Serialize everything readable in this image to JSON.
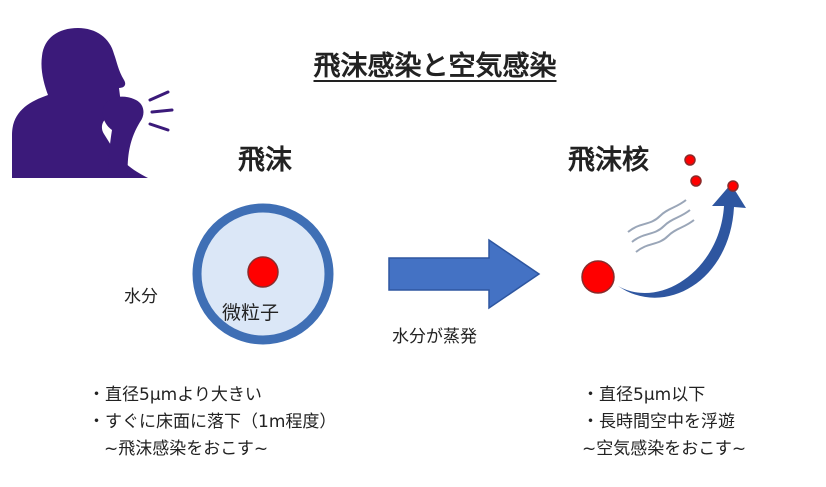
{
  "title": "飛沫感染と空気感染",
  "droplet": {
    "heading": "飛沫",
    "water_label": "水分",
    "particle_label": "微粒子",
    "notes": [
      "・直径5μmより大きい",
      "・すぐに床面に落下（1m程度）"
    ],
    "conclusion": "~飛沫感染をおこす~"
  },
  "transition": {
    "label": "水分が蒸発"
  },
  "nucleus": {
    "heading": "飛沫核",
    "notes": [
      "・直径5μm以下",
      "・長時間空中を浮遊"
    ],
    "conclusion": "~空気感染をおこす~"
  },
  "colors": {
    "person": "#3b1a7a",
    "ring": "#3f6fb5",
    "ring_fill": "#dbe7f7",
    "particle": "#ff0000",
    "arrow": "#4472c4",
    "arrow_dark": "#2e56a0"
  }
}
